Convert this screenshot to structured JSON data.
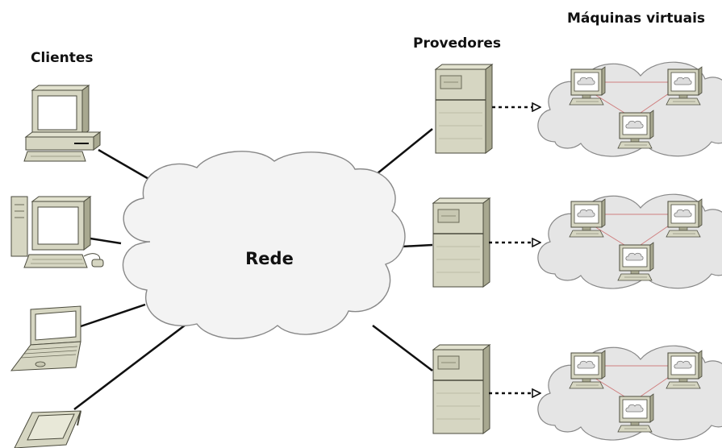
{
  "labels": {
    "clients": "Clientes",
    "providers": "Provedores",
    "virtual_machines": "Máquinas virtuais",
    "network": "Rede"
  },
  "colors": {
    "device_body": "#d6d6c2",
    "device_shade": "#a8a890",
    "device_outline": "#4a4a3c",
    "screen": "#ffffff",
    "cloud_fill": "#f3f3f3",
    "cloud_stroke": "#888888",
    "vm_cloud_fill": "#e5e5e5",
    "vm_link": "#d08080",
    "connector": "#111111"
  },
  "icons": {
    "clients": [
      "desktop-computer-icon",
      "workstation-icon",
      "laptop-icon",
      "pda-icon"
    ],
    "providers": [
      "server-icon",
      "server-icon",
      "server-icon"
    ],
    "vm": "virtual-machine-icon"
  }
}
